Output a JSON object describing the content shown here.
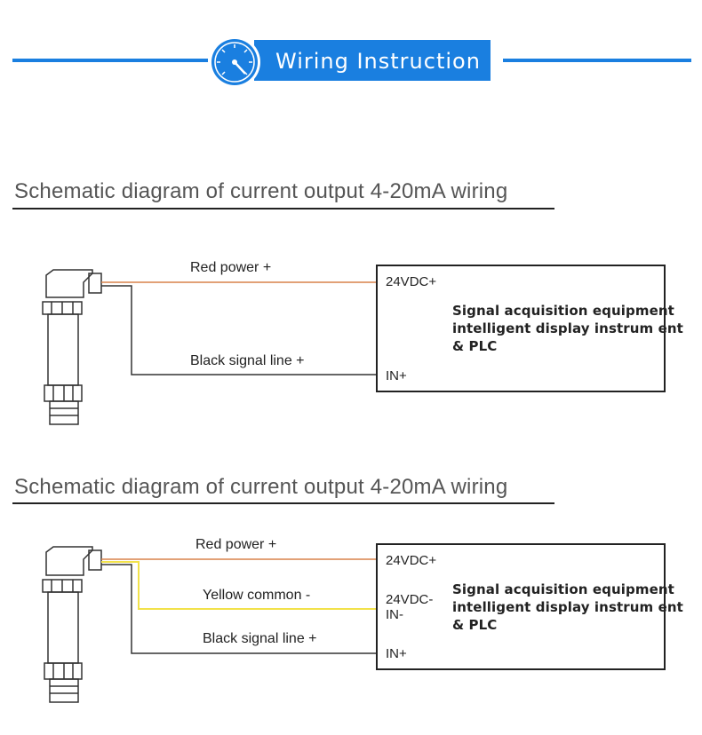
{
  "header": {
    "title": "Wiring Instruction",
    "accent_color": "#1a7fe0",
    "icon": "gauge-icon"
  },
  "diagrams": [
    {
      "title": "Schematic diagram  of current output 4-20mA wiring",
      "wires": {
        "red_label": "Red power +",
        "black_label": "Black signal line +"
      },
      "terminals": [
        "24VDC+",
        "IN+"
      ],
      "device_lines": [
        "Signal acquisition equipment",
        "intelligent display instrum ent",
        "& PLC"
      ]
    },
    {
      "title": "Schematic diagram  of current output 4-20mA wiring",
      "wires": {
        "red_label": "Red  power +",
        "yellow_label": "Yellow common -",
        "black_label": "Black signal line +"
      },
      "terminals": [
        "24VDC+",
        "24VDC-",
        "IN-",
        "IN+"
      ],
      "device_lines": [
        "Signal acquisition equipment",
        "intelligent display instrum ent",
        "& PLC"
      ]
    }
  ],
  "colors": {
    "red_wire": "#d9824a",
    "yellow_wire": "#f2e24a",
    "black_wire": "#333333"
  }
}
